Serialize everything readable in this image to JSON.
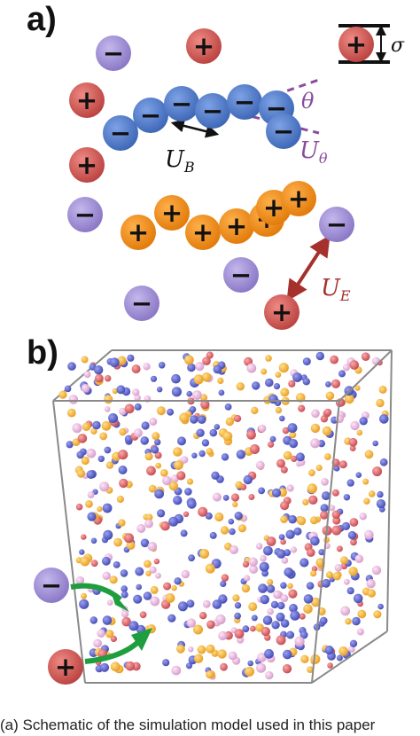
{
  "panel_a": {
    "label": "a)",
    "sigma_symbol": "σ",
    "theta_symbol": "θ",
    "u_b": {
      "base": "U",
      "sub": "B"
    },
    "u_theta": {
      "base": "U",
      "sub": "θ"
    },
    "u_e": {
      "base": "U",
      "sub": "E"
    }
  },
  "panel_b": {
    "label": "b)"
  },
  "signs": {
    "plus": "+",
    "minus": "−"
  },
  "colors": {
    "cation": "#c0504d",
    "anion": "#9b8ad0",
    "polyanion": "#4a78c8",
    "polycation": "#ee8a14",
    "theta_guide": "#8a4c9e",
    "u_e_arrow": "#a6302c",
    "pointer_arrow": "#1e9e3e",
    "box_edge": "#8a8a8a",
    "p3d_blue": "#5a62c8",
    "p3d_yellow": "#f4b640",
    "p3d_pink": "#e8b4dc",
    "p3d_red": "#d86870"
  },
  "caption": "(a) Schematic of the simulation model used in this paper"
}
